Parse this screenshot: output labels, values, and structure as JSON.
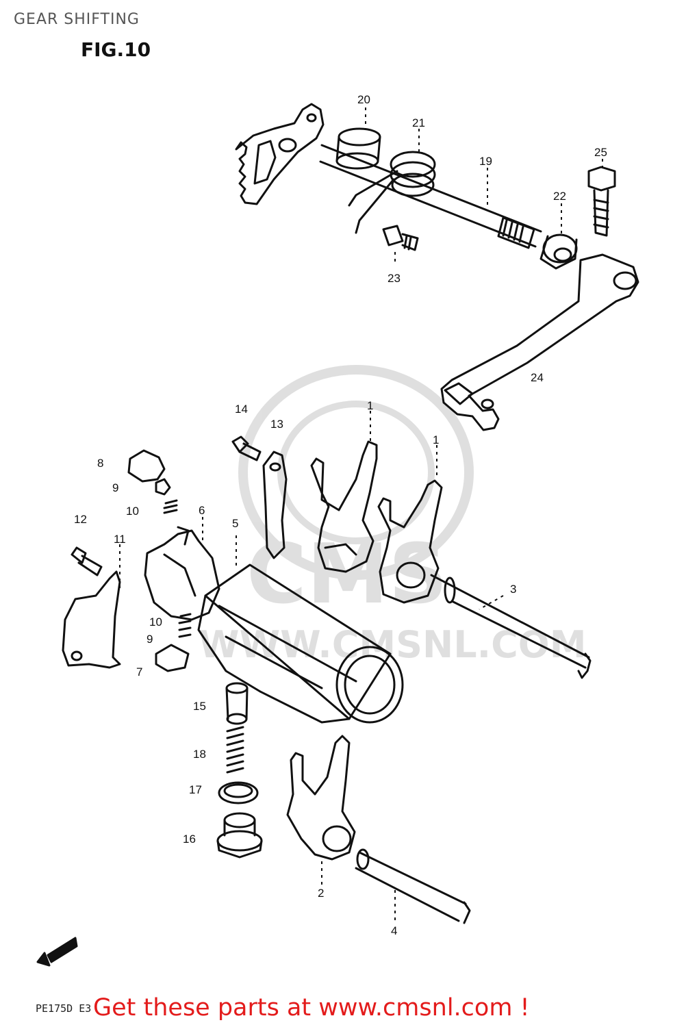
{
  "header": {
    "title": "GEAR SHIFTING",
    "figure": "FIG.10"
  },
  "watermark": {
    "brand": "CMS",
    "site": "WWW.CMSNL.COM"
  },
  "footer": {
    "model_code": "PE175D E3",
    "promo_text": "Get these parts at www.cmsnl.com !"
  },
  "callouts": [
    {
      "id": "c20",
      "label": "20"
    },
    {
      "id": "c21",
      "label": "21"
    },
    {
      "id": "c19",
      "label": "19"
    },
    {
      "id": "c25",
      "label": "25"
    },
    {
      "id": "c22",
      "label": "22"
    },
    {
      "id": "c23",
      "label": "23"
    },
    {
      "id": "c24",
      "label": "24"
    },
    {
      "id": "c14",
      "label": "14"
    },
    {
      "id": "c13",
      "label": "13"
    },
    {
      "id": "c1a",
      "label": "1"
    },
    {
      "id": "c1b",
      "label": "1"
    },
    {
      "id": "c8",
      "label": "8"
    },
    {
      "id": "c9a",
      "label": "9"
    },
    {
      "id": "c10a",
      "label": "10"
    },
    {
      "id": "c6",
      "label": "6"
    },
    {
      "id": "c12",
      "label": "12"
    },
    {
      "id": "c5",
      "label": "5"
    },
    {
      "id": "c11",
      "label": "11"
    },
    {
      "id": "c3",
      "label": "3"
    },
    {
      "id": "c10b",
      "label": "10"
    },
    {
      "id": "c9b",
      "label": "9"
    },
    {
      "id": "c7",
      "label": "7"
    },
    {
      "id": "c15",
      "label": "15"
    },
    {
      "id": "c18",
      "label": "18"
    },
    {
      "id": "c17",
      "label": "17"
    },
    {
      "id": "c16",
      "label": "16"
    },
    {
      "id": "c2",
      "label": "2"
    },
    {
      "id": "c4",
      "label": "4"
    }
  ]
}
